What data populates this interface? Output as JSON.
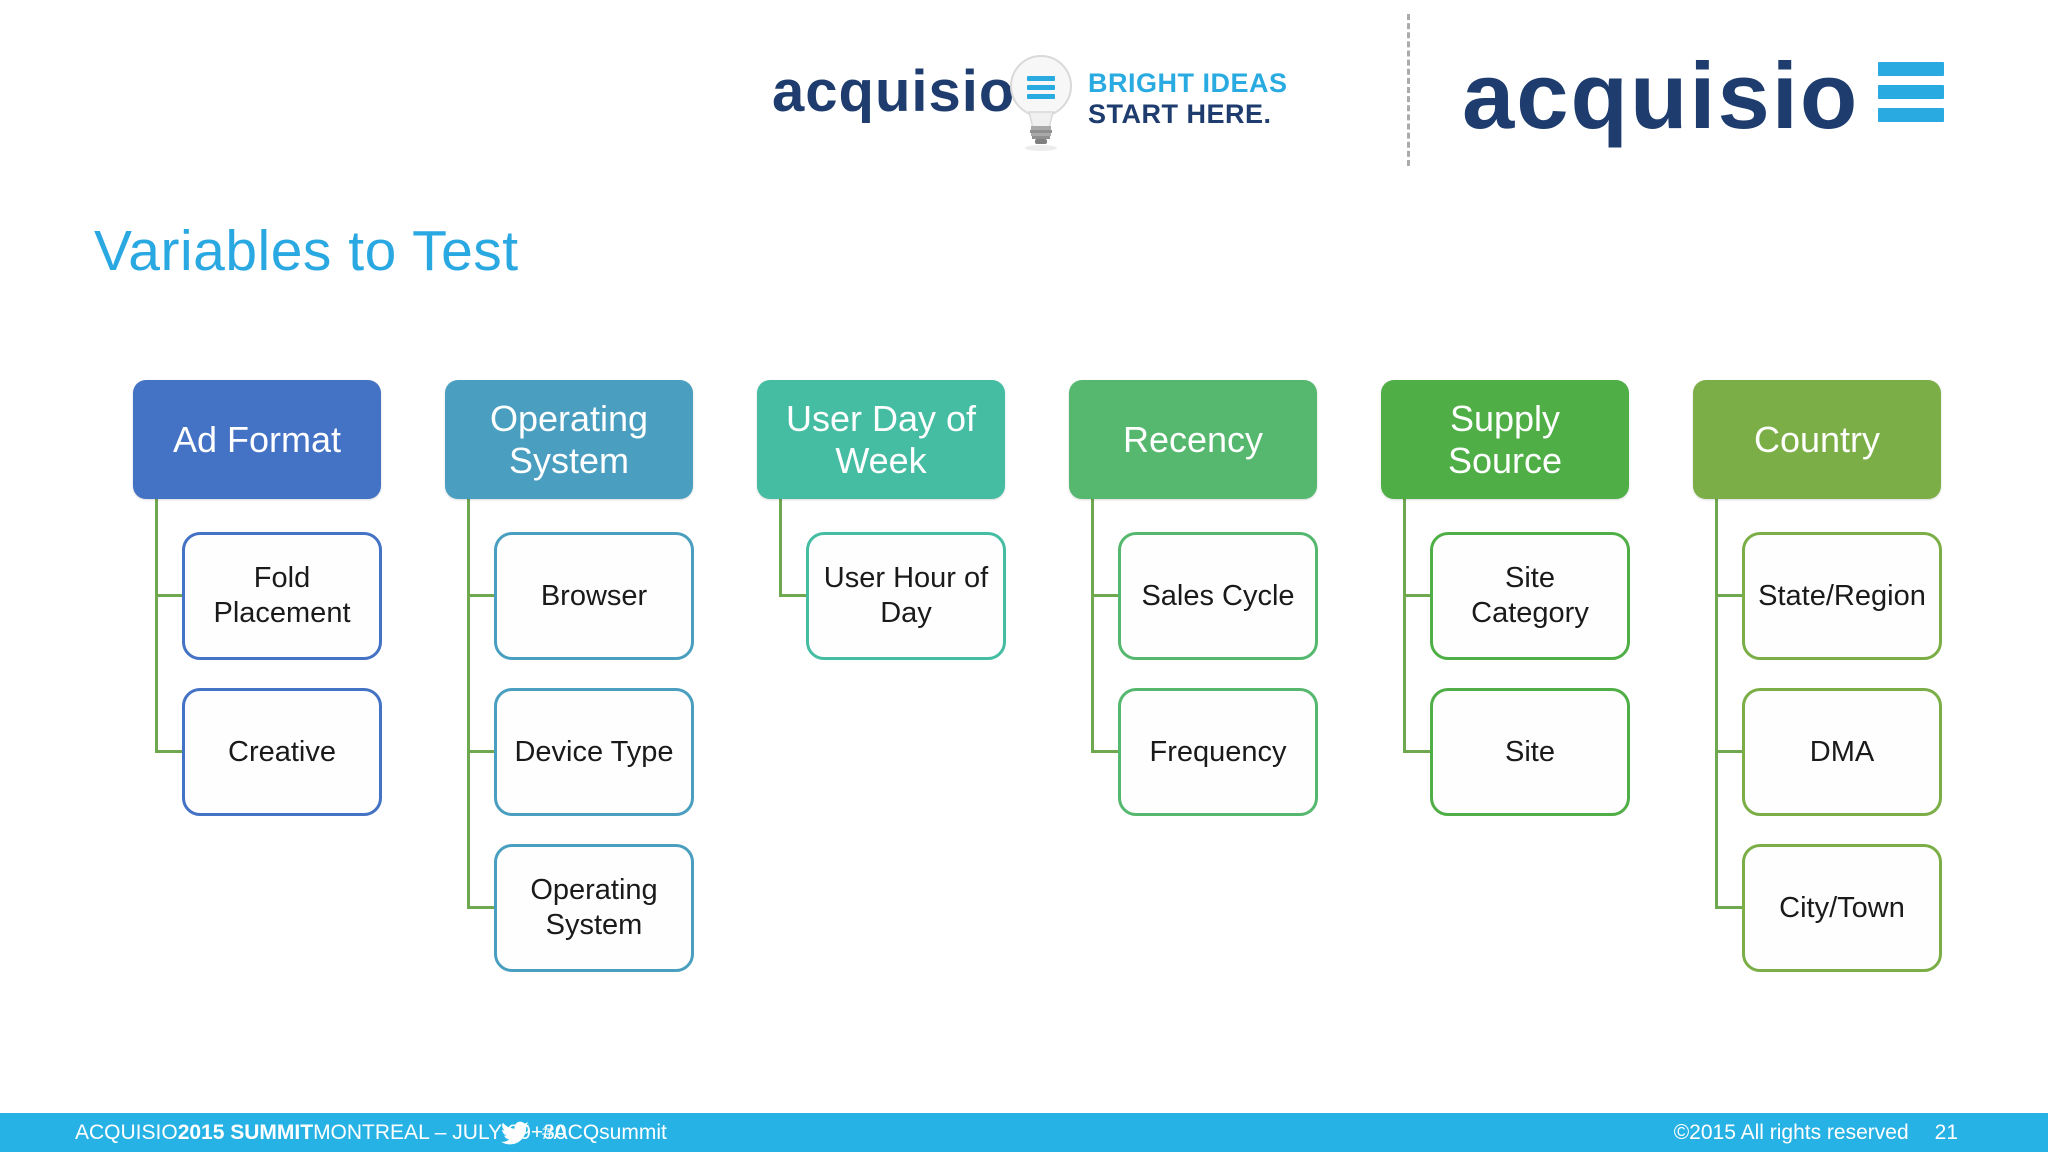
{
  "brand": {
    "navy": "#1e3c6e",
    "cyan": "#29abe2"
  },
  "header": {
    "center_logo": {
      "wordmark": "acquisio",
      "tagline_line1": "BRIGHT IDEAS",
      "tagline_line2": "START HERE."
    },
    "right_logo": {
      "wordmark": "acquisio"
    }
  },
  "title": "Variables to Test",
  "title_color": "#29a8e2",
  "diagram": {
    "connector_color": "#6fa84f",
    "child_fill": "#fdfefd",
    "columns": [
      {
        "header": "Ad Format",
        "color": "#4472c4",
        "children": [
          "Fold\nPlacement",
          "Creative"
        ]
      },
      {
        "header": "Operating\nSystem",
        "color": "#4a9fc0",
        "children": [
          "Browser",
          "Device Type",
          "Operating\nSystem"
        ]
      },
      {
        "header": "User Day of\nWeek",
        "color": "#45bda2",
        "children": [
          "User Hour of\nDay"
        ]
      },
      {
        "header": "Recency",
        "color": "#55b86e",
        "children": [
          "Sales Cycle",
          "Frequency"
        ]
      },
      {
        "header": "Supply\nSource",
        "color": "#4faf46",
        "children": [
          "Site\nCategory",
          "Site"
        ]
      },
      {
        "header": "Country",
        "color": "#7bae46",
        "children": [
          "State/Region",
          "DMA",
          "City/Town"
        ]
      }
    ]
  },
  "footer": {
    "bar_color": "#27b2e6",
    "left_regular1": "ACQUISIO ",
    "left_bold": "2015 SUMMIT",
    "left_regular2": " MONTREAL – JULY 29+30",
    "hashtag": "#ACQsummit",
    "rights": "©2015 All rights reserved",
    "page_number": "21"
  }
}
